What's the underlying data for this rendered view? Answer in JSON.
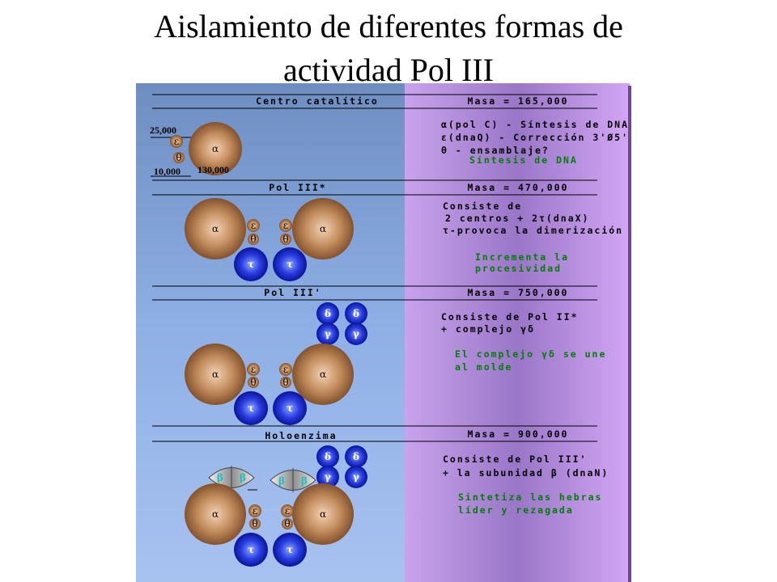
{
  "title": {
    "line1": "Aislamiento de diferentes formas de",
    "line2": "actividad Pol III"
  },
  "colors": {
    "left_panel_top": "#6e8ec2",
    "left_panel_bottom": "#a8c2f0",
    "right_panel": "#b98ce0",
    "alpha_theta_epsilon": "#b07a4e",
    "tau_gamma_delta": "#1a2ed0",
    "green_text": "#008000"
  },
  "symbols": {
    "alpha": "α",
    "epsilon": "ε",
    "theta": "θ",
    "tau": "τ",
    "gamma": "γ",
    "delta": "δ",
    "beta": "β"
  },
  "panels": [
    {
      "heading": "Centro catalítico",
      "mass": "Masa = 165,000",
      "weights": {
        "epsilon": "25,000",
        "theta": "10,000",
        "alpha": "130,000"
      },
      "desc": {
        "line1": "α(pol C) - Síntesis de DNA",
        "line2": "ε(dnaQ) - Corrección 3'Ø5'",
        "line3": "θ - ensamblaje?"
      },
      "green": "Síntesis de DNA"
    },
    {
      "heading": "Pol III*",
      "mass": "Masa = 470,000",
      "desc": {
        "line1": "Consiste de",
        "line2": "2 centros + 2τ(dnaX)",
        "line3": "τ-provoca la dimerización"
      },
      "green": {
        "line1": "Incrementa la",
        "line2": "procesividad"
      }
    },
    {
      "heading": "Pol III'",
      "mass": "Masa = 750,000",
      "desc": {
        "line1": "Consiste de Pol II*",
        "line2": "+ complejo γδ"
      },
      "green": {
        "line1": "El complejo γδ se une",
        "line2": "al molde"
      }
    },
    {
      "heading": "Holoenzima",
      "mass": "Masa = 900,000",
      "desc": {
        "line1": "Consiste de Pol III'",
        "line2": "+ la subunidad β (dnaN)"
      },
      "green": {
        "line1": "Sintetiza las hebras",
        "line2": "líder y rezagada"
      }
    }
  ]
}
